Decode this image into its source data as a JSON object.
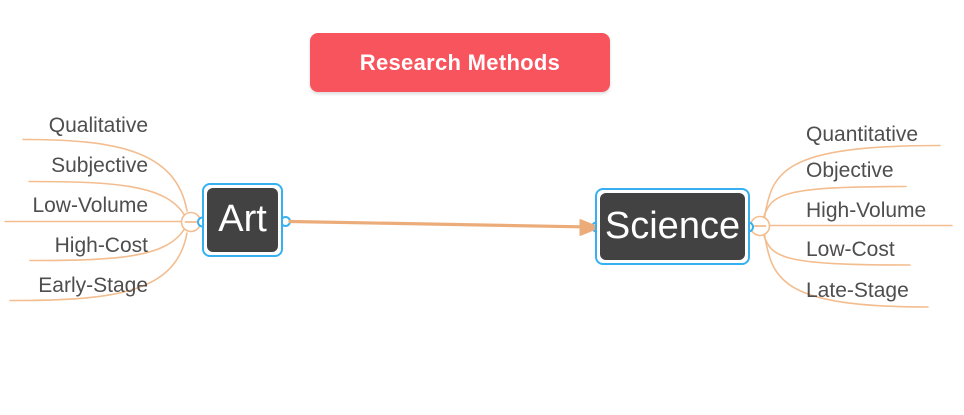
{
  "root_topic": {
    "label": "Research Methods"
  },
  "main_topics": {
    "art": {
      "label": "Art"
    },
    "science": {
      "label": "Science"
    }
  },
  "art_subtopics": [
    "Qualitative",
    "Subjective",
    "Low-Volume",
    "High-Cost",
    "Early-Stage"
  ],
  "science_subtopics": [
    "Quantitative",
    "Objective",
    "High-Volume",
    "Low-Cost",
    "Late-Stage"
  ],
  "connector": {
    "from": "Art",
    "to": "Science",
    "style": "arrow"
  },
  "icons": {
    "art_collapse": "minus-icon",
    "science_collapse": "minus-icon"
  },
  "colors": {
    "canvas_bg": "#FFFFFF",
    "root_topic_bg": "#F8545E",
    "root_topic_text": "#FFFFFF",
    "node_bg": "#424242",
    "node_text": "#FFFFFF",
    "selection_outline": "#36B0F1",
    "branch_line": "#F3BD8F",
    "arrow": "#ECAC79",
    "subtopic_text": "#4E4E4E"
  }
}
